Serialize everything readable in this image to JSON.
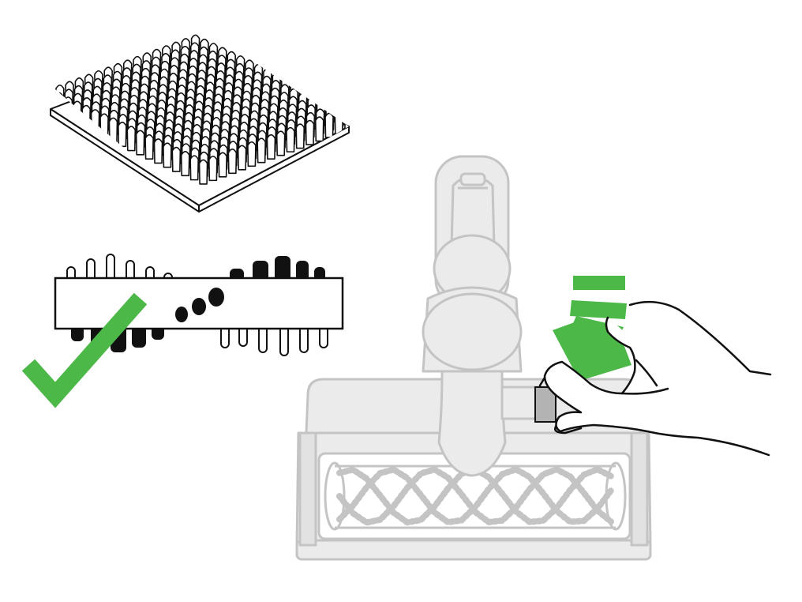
{
  "illustration": {
    "panels": [
      {
        "id": "carpet-tile",
        "icon": "carpet-pile-icon"
      },
      {
        "id": "brush-bar",
        "icon": "brush-bar-icon"
      },
      {
        "id": "check",
        "icon": "check-mark-icon"
      },
      {
        "id": "cleaner-head",
        "icon": "cleaner-head-icon"
      },
      {
        "id": "hand-press",
        "icon": "hand-icon"
      },
      {
        "id": "press-arrow",
        "icon": "arrow-down-right-icon"
      }
    ],
    "colors": {
      "accent_green": "#4cb848",
      "line": "#111111",
      "grey_fill": "#ebebeb",
      "grey_stroke": "#c4c4c4",
      "button_grey": "#b3b3b3"
    }
  }
}
